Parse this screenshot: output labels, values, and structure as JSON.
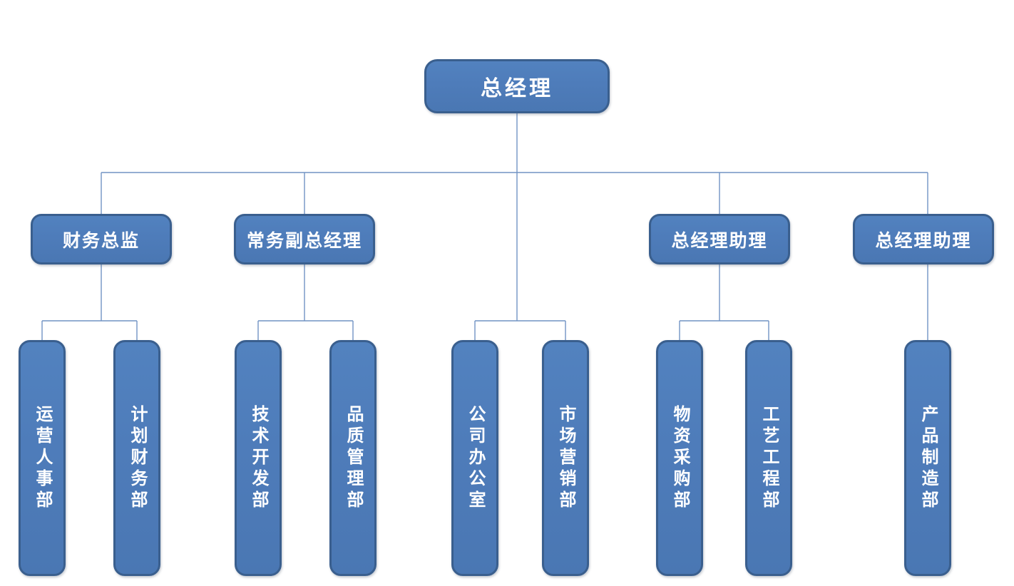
{
  "diagram": {
    "type": "org-chart",
    "root": {
      "label": "总经理"
    },
    "branches": [
      {
        "manager": "财务总监",
        "departments": [
          "运营人事部",
          "计划财务部"
        ]
      },
      {
        "manager": "常务副总经理",
        "departments": [
          "技术开发部",
          "品质管理部"
        ]
      },
      {
        "manager": "",
        "departments": [
          "公司办公室",
          "市场营销部"
        ]
      },
      {
        "manager": "总经理助理",
        "departments": [
          "物资采购部",
          "工艺工程部"
        ]
      },
      {
        "manager": "总经理助理",
        "departments": [
          "产品制造部"
        ]
      }
    ],
    "colors": {
      "node_fill": "#4e7cba",
      "node_border": "#3a5f8e",
      "connector": "#7193c4",
      "node_text": "#ffffff",
      "background": "#ffffff"
    }
  }
}
